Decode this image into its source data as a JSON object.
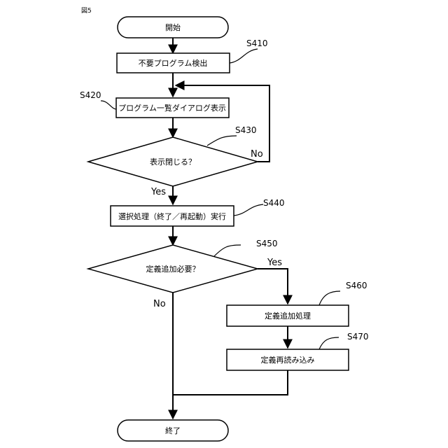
{
  "figure": {
    "label": "図5"
  },
  "nodes": {
    "start": "開始",
    "s410": "不要プログラム検出",
    "s420": "プログラム一覧ダイアログ表示",
    "s430": "表示閉じる？",
    "s440": "選択処理（終了／再起動）実行",
    "s450": "定義追加必要？",
    "s460": "定義追加処理",
    "s470": "定義再読み込み",
    "end": "終了"
  },
  "step_labels": {
    "s410": "S410",
    "s420": "S420",
    "s430": "S430",
    "s440": "S440",
    "s450": "S450",
    "s460": "S460",
    "s470": "S470"
  },
  "branches": {
    "s430_yes": "Yes",
    "s430_no": "No",
    "s450_yes": "Yes",
    "s450_no": "No"
  }
}
